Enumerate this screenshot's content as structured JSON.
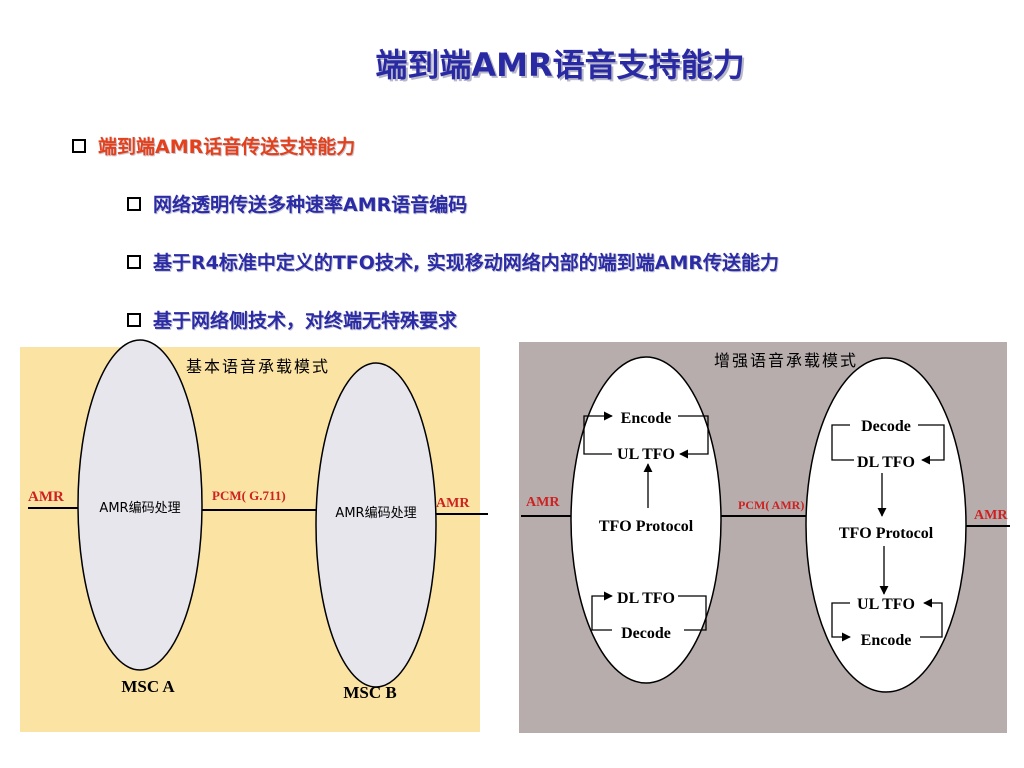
{
  "page": {
    "title": "端到端AMR语音支持能力"
  },
  "bullets": [
    "端到端AMR话音传送支持能力",
    "网络透明传送多种速率AMR语音编码",
    "基于R4标准中定义的TFO技术, 实现移动网络内部的端到端AMR传送能力",
    "基于网络侧技术，对终端无特殊要求"
  ],
  "left_diagram": {
    "title": "基本语音承载模式",
    "left_label": "AMR",
    "middle_label": "PCM( G.711)",
    "right_label": "AMR",
    "node_a_text": "AMR编码处理",
    "node_b_text": "AMR编码处理",
    "node_a_name": "MSC A",
    "node_b_name": "MSC B"
  },
  "right_diagram": {
    "title": "增强语音承载模式",
    "left_label": "AMR",
    "middle_label": "PCM( AMR)",
    "right_label": "AMR",
    "node_a": {
      "encode": "Encode",
      "ul_tfo": "UL TFO",
      "protocol": "TFO  Protocol",
      "dl_tfo": "DL TFO",
      "decode": "Decode"
    },
    "node_b": {
      "decode": "Decode",
      "dl_tfo": "DL TFO",
      "protocol": "TFO  Protocol",
      "ul_tfo": "UL TFO",
      "encode": "Encode"
    }
  },
  "colors": {
    "title": "#2929a3",
    "bullet_primary": "#e3401b",
    "bullet_secondary": "#2b2ba6",
    "amr_label": "#cc2222",
    "left_panel_bg": "#fbe3a4",
    "right_panel_bg": "#b7adad",
    "ellipse_fill_left": "#e6e6ec",
    "ellipse_fill_right": "#ffffff"
  }
}
